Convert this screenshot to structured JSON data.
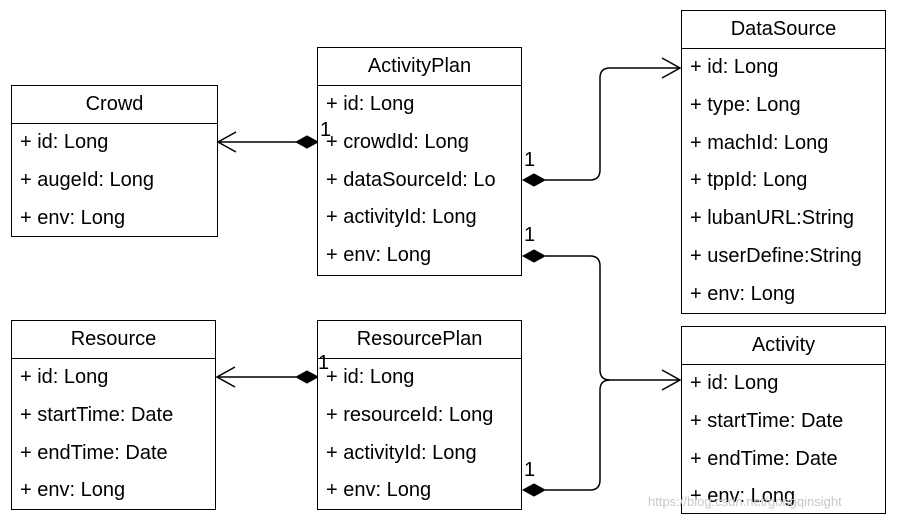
{
  "classes": {
    "crowd": {
      "name": "Crowd",
      "attributes": [
        "+ id: Long",
        "+ augeId: Long",
        "+ env: Long"
      ]
    },
    "activity_plan": {
      "name": "ActivityPlan",
      "attributes": [
        "+ id: Long",
        "+ crowdId: Long",
        "+ dataSourceId: Lo",
        "+ activityId: Long",
        "+ env: Long"
      ]
    },
    "data_source": {
      "name": "DataSource",
      "attributes": [
        "+ id: Long",
        "+ type: Long",
        "+ machId: Long",
        "+ tppId: Long",
        "+ lubanURL:String",
        "+ userDefine:String",
        "+ env: Long"
      ]
    },
    "resource": {
      "name": "Resource",
      "attributes": [
        "+ id: Long",
        "+ startTime: Date",
        "+ endTime: Date",
        "+ env: Long"
      ]
    },
    "resource_plan": {
      "name": "ResourcePlan",
      "attributes": [
        "+ id: Long",
        "+ resourceId: Long",
        "+ activityId: Long",
        "+ env: Long"
      ]
    },
    "activity": {
      "name": "Activity",
      "attributes": [
        "+ id: Long",
        "+ startTime: Date",
        "+ endTime: Date",
        "+ env: Long"
      ]
    }
  },
  "multiplicities": {
    "plan_crowd": "1",
    "plan_datasource": "1",
    "plan_activity": "1",
    "resplan_resource": "1",
    "resplan_activity": "1"
  },
  "relations": [
    {
      "from": "ActivityPlan",
      "to": "Crowd",
      "kind": "composition"
    },
    {
      "from": "ActivityPlan",
      "to": "DataSource",
      "kind": "composition"
    },
    {
      "from": "ActivityPlan",
      "to": "Activity",
      "kind": "composition"
    },
    {
      "from": "ResourcePlan",
      "to": "Resource",
      "kind": "composition"
    },
    {
      "from": "ResourcePlan",
      "to": "Activity",
      "kind": "composition"
    }
  ],
  "watermark": "https://blog.csdn.net/gongqinsight"
}
